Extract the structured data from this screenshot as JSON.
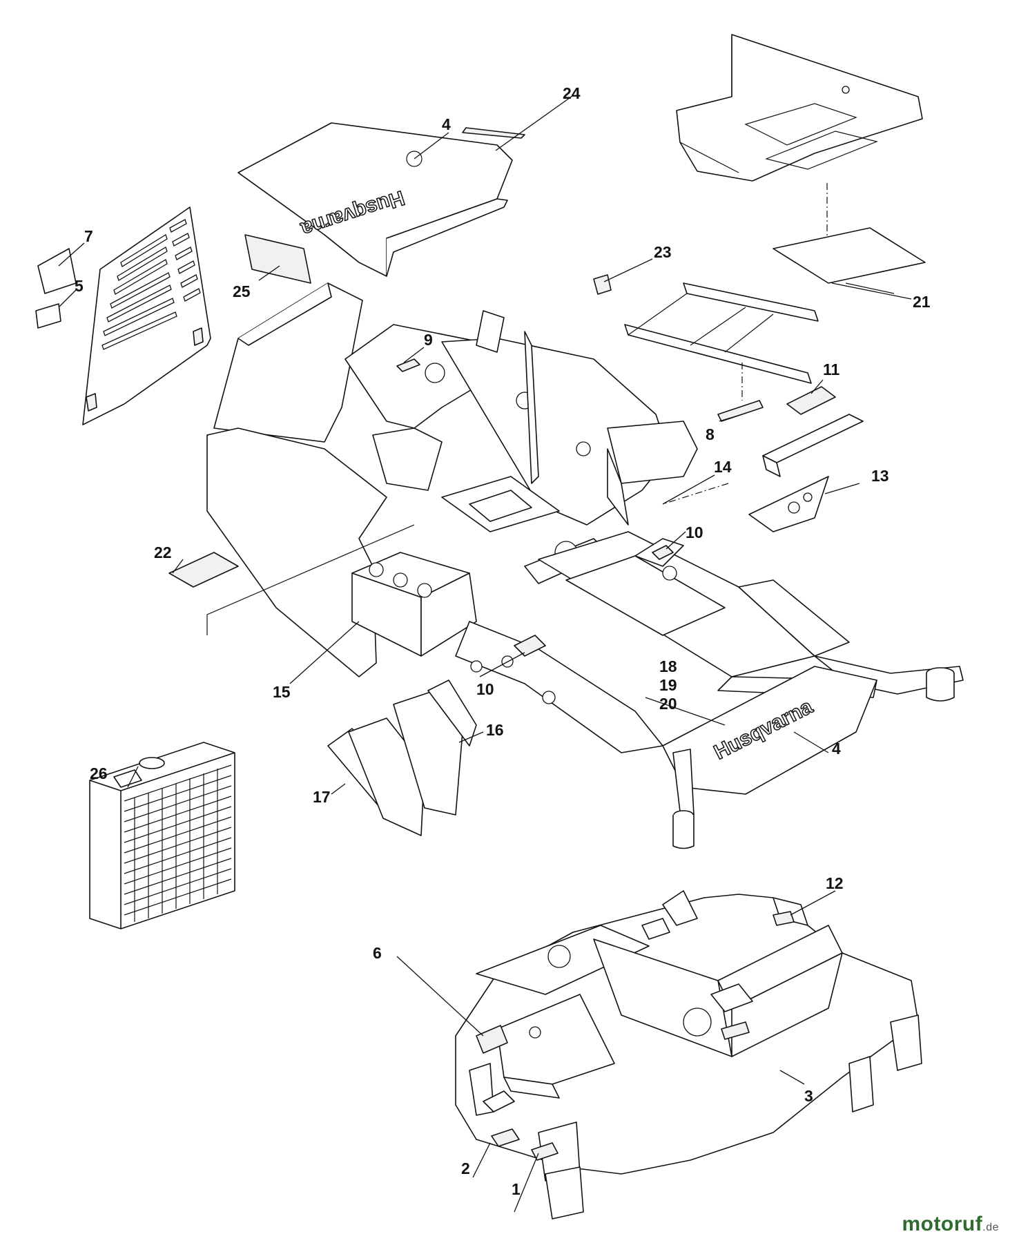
{
  "brand": {
    "logo_text": "Husqvarna"
  },
  "callouts": [
    {
      "id": "c1",
      "label": "1"
    },
    {
      "id": "c2",
      "label": "2"
    },
    {
      "id": "c3",
      "label": "3"
    },
    {
      "id": "c4a",
      "label": "4"
    },
    {
      "id": "c4b",
      "label": "4"
    },
    {
      "id": "c5",
      "label": "5"
    },
    {
      "id": "c6",
      "label": "6"
    },
    {
      "id": "c7",
      "label": "7"
    },
    {
      "id": "c8",
      "label": "8"
    },
    {
      "id": "c9",
      "label": "9"
    },
    {
      "id": "c10a",
      "label": "10"
    },
    {
      "id": "c10b",
      "label": "10"
    },
    {
      "id": "c11",
      "label": "11"
    },
    {
      "id": "c12",
      "label": "12"
    },
    {
      "id": "c13",
      "label": "13"
    },
    {
      "id": "c14",
      "label": "14"
    },
    {
      "id": "c15",
      "label": "15"
    },
    {
      "id": "c16",
      "label": "16"
    },
    {
      "id": "c17",
      "label": "17"
    },
    {
      "id": "c18",
      "label": "18"
    },
    {
      "id": "c19",
      "label": "19"
    },
    {
      "id": "c20",
      "label": "20"
    },
    {
      "id": "c21",
      "label": "21"
    },
    {
      "id": "c22",
      "label": "22"
    },
    {
      "id": "c23",
      "label": "23"
    },
    {
      "id": "c24",
      "label": "24"
    },
    {
      "id": "c25",
      "label": "25"
    },
    {
      "id": "c26",
      "label": "26"
    }
  ],
  "watermark": {
    "main": "motoruf",
    "tld": ".de"
  }
}
